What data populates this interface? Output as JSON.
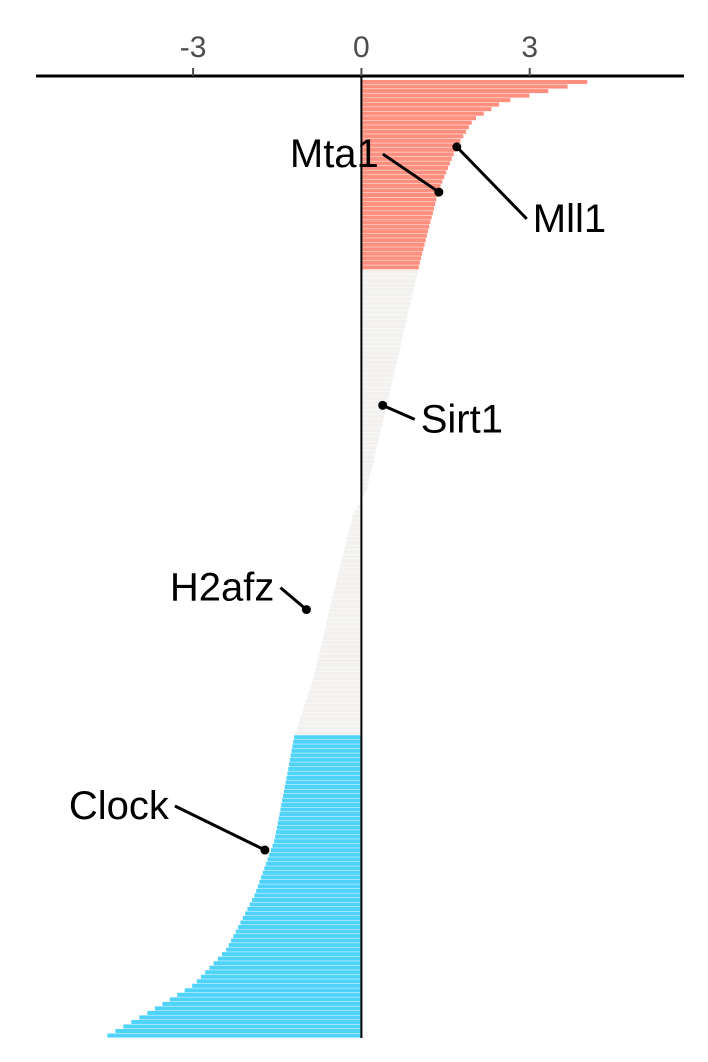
{
  "chart_data": {
    "type": "bar",
    "orientation": "horizontal",
    "title": "",
    "xlabel": "",
    "ylabel": "",
    "xlim": [
      -5.8,
      5.75
    ],
    "x_ticks": [
      {
        "value": -3,
        "label": "-3"
      },
      {
        "value": 0,
        "label": "0"
      },
      {
        "value": 3,
        "label": "3"
      }
    ],
    "grid": false,
    "legend": "none",
    "bar_count": 212,
    "colors": {
      "up": "#ff9080",
      "neutral": "#f2f1ef",
      "down": "#4fd3fb",
      "axis": "#000000",
      "ticklabel": "#4d4d4d"
    },
    "value_profile": [
      {
        "rank": 0,
        "value": 4.2
      },
      {
        "rank": 5,
        "value": 3.5
      },
      {
        "rank": 12,
        "value": 2.55
      },
      {
        "rank": 22,
        "value": 2.0
      },
      {
        "rank": 37,
        "value": 1.7
      },
      {
        "rank": 61,
        "value": 1.38
      },
      {
        "rank": 100,
        "value": 1.05
      },
      {
        "rank": 104,
        "value": 1.02
      },
      {
        "rank": 140,
        "value": 0.75
      },
      {
        "rank": 180,
        "value": 0.45
      },
      {
        "rank": 226,
        "value": 0.1
      },
      {
        "rank": 240,
        "value": -0.15
      },
      {
        "rank": 290,
        "value": -0.55
      },
      {
        "rank": 330,
        "value": -0.85
      },
      {
        "rank": 363,
        "value": -1.2
      },
      {
        "rank": 380,
        "value": -1.3
      },
      {
        "rank": 420,
        "value": -1.55
      },
      {
        "rank": 450,
        "value": -1.9
      },
      {
        "rank": 480,
        "value": -2.4
      },
      {
        "rank": 500,
        "value": -3.0
      },
      {
        "rank": 515,
        "value": -3.8
      },
      {
        "rank": 529,
        "value": -4.6
      }
    ],
    "category_boundaries": {
      "up_end_rank": 104,
      "down_start_rank": 363
    },
    "annotations": [
      {
        "label": "Mta1",
        "rank": 62,
        "value": 1.38
      },
      {
        "label": "Mll1",
        "rank": 37,
        "value": 1.7
      },
      {
        "label": "Sirt1",
        "rank": 180,
        "value": 0.38
      },
      {
        "label": "H2afz",
        "rank": 293,
        "value": -0.98
      },
      {
        "label": "Clock",
        "rank": 426,
        "value": -1.72
      }
    ]
  }
}
